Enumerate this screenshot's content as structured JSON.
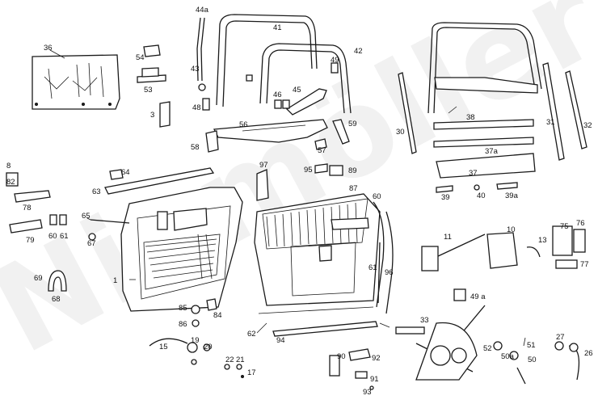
{
  "watermark": "Niemöller",
  "callouts": [
    {
      "id": "c1",
      "text": "1"
    },
    {
      "id": "c3",
      "text": "3"
    },
    {
      "id": "c8",
      "text": "8"
    },
    {
      "id": "c10",
      "text": "10"
    },
    {
      "id": "c11",
      "text": "11"
    },
    {
      "id": "c13",
      "text": "13"
    },
    {
      "id": "c15",
      "text": "15"
    },
    {
      "id": "c17",
      "text": "17"
    },
    {
      "id": "c19",
      "text": "19"
    },
    {
      "id": "c20",
      "text": "20"
    },
    {
      "id": "c21",
      "text": "21"
    },
    {
      "id": "c22",
      "text": "22"
    },
    {
      "id": "c26",
      "text": "26"
    },
    {
      "id": "c27",
      "text": "27"
    },
    {
      "id": "c30",
      "text": "30"
    },
    {
      "id": "c31",
      "text": "31"
    },
    {
      "id": "c32",
      "text": "32"
    },
    {
      "id": "c33",
      "text": "33"
    },
    {
      "id": "c36",
      "text": "36"
    },
    {
      "id": "c37",
      "text": "37"
    },
    {
      "id": "c37a",
      "text": "37a"
    },
    {
      "id": "c38",
      "text": "38"
    },
    {
      "id": "c39",
      "text": "39"
    },
    {
      "id": "c39a",
      "text": "39a"
    },
    {
      "id": "c40",
      "text": "40"
    },
    {
      "id": "c41",
      "text": "41"
    },
    {
      "id": "c42",
      "text": "42"
    },
    {
      "id": "c43",
      "text": "43"
    },
    {
      "id": "c44a",
      "text": "44a"
    },
    {
      "id": "c45",
      "text": "45"
    },
    {
      "id": "c46",
      "text": "46"
    },
    {
      "id": "c48",
      "text": "48"
    },
    {
      "id": "c49",
      "text": "49"
    },
    {
      "id": "c49a",
      "text": "49 a"
    },
    {
      "id": "c50",
      "text": "50"
    },
    {
      "id": "c50a",
      "text": "50a"
    },
    {
      "id": "c51",
      "text": "51"
    },
    {
      "id": "c52",
      "text": "52"
    },
    {
      "id": "c53",
      "text": "53"
    },
    {
      "id": "c54",
      "text": "54"
    },
    {
      "id": "c56",
      "text": "56"
    },
    {
      "id": "c57",
      "text": "57"
    },
    {
      "id": "c58",
      "text": "58"
    },
    {
      "id": "c59",
      "text": "59"
    },
    {
      "id": "c60",
      "text": "60"
    },
    {
      "id": "c60b",
      "text": "60"
    },
    {
      "id": "c61",
      "text": "61"
    },
    {
      "id": "c61b",
      "text": "61"
    },
    {
      "id": "c62",
      "text": "62"
    },
    {
      "id": "c63",
      "text": "63"
    },
    {
      "id": "c64",
      "text": "64"
    },
    {
      "id": "c65",
      "text": "65"
    },
    {
      "id": "c67",
      "text": "67"
    },
    {
      "id": "c68",
      "text": "68"
    },
    {
      "id": "c69",
      "text": "69"
    },
    {
      "id": "c75",
      "text": "75"
    },
    {
      "id": "c76",
      "text": "76"
    },
    {
      "id": "c77",
      "text": "77"
    },
    {
      "id": "c78",
      "text": "78"
    },
    {
      "id": "c79",
      "text": "79"
    },
    {
      "id": "c82",
      "text": "82"
    },
    {
      "id": "c84",
      "text": "84"
    },
    {
      "id": "c85",
      "text": "85"
    },
    {
      "id": "c86",
      "text": "86"
    },
    {
      "id": "c87",
      "text": "87"
    },
    {
      "id": "c89",
      "text": "89"
    },
    {
      "id": "c90",
      "text": "90"
    },
    {
      "id": "c91",
      "text": "91"
    },
    {
      "id": "c92",
      "text": "92"
    },
    {
      "id": "c93",
      "text": "93"
    },
    {
      "id": "c94",
      "text": "94"
    },
    {
      "id": "c95",
      "text": "95"
    },
    {
      "id": "c96",
      "text": "96"
    },
    {
      "id": "c97",
      "text": "97"
    }
  ]
}
